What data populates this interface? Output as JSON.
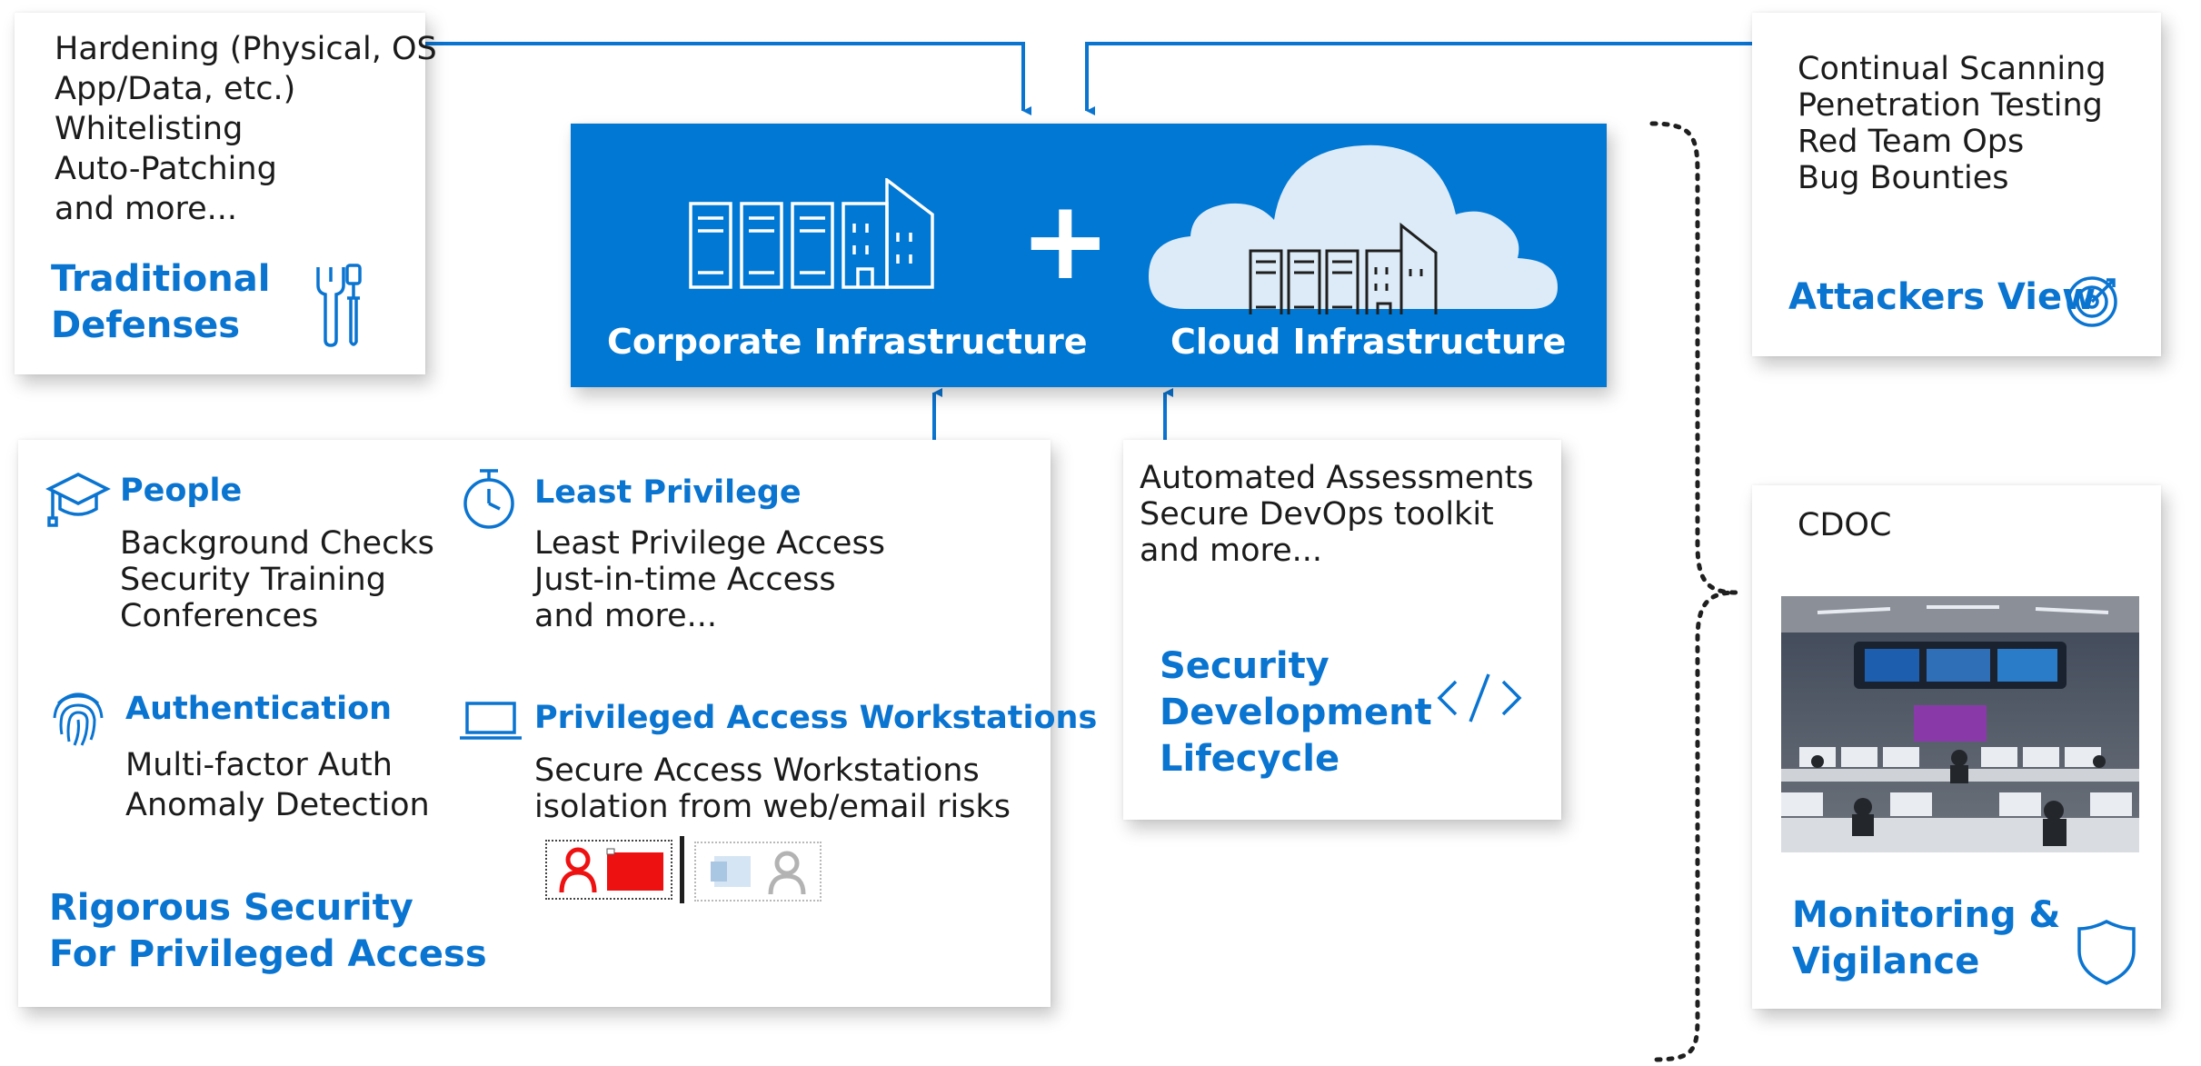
{
  "traditional": {
    "items": [
      "Hardening (Physical, OS",
      "App/Data, etc.)",
      "Whitelisting",
      "Auto-Patching",
      "and more..."
    ],
    "title_lines": [
      "Traditional",
      "Defenses"
    ]
  },
  "infrastructure": {
    "corporate_label": "Corporate Infrastructure",
    "cloud_label": "Cloud Infrastructure",
    "plus": "+"
  },
  "attackers": {
    "items": [
      "Continual Scanning",
      "Penetration Testing",
      "Red Team Ops",
      "Bug Bounties"
    ],
    "title": "Attackers View"
  },
  "privileged": {
    "people": {
      "title": "People",
      "items": [
        "Background Checks",
        "Security Training",
        "Conferences"
      ]
    },
    "least_privilege": {
      "title": "Least Privilege",
      "items": [
        "Least Privilege Access",
        "Just-in-time Access",
        "and more..."
      ]
    },
    "authentication": {
      "title": "Authentication",
      "items": [
        "Multi-factor Auth",
        "Anomaly Detection"
      ]
    },
    "paw": {
      "title": "Privileged Access Workstations",
      "items": [
        "Secure Access Workstations",
        "isolation from web/email risks"
      ]
    },
    "title_lines": [
      "Rigorous Security",
      "For Privileged Access"
    ]
  },
  "sdl": {
    "items": [
      "Automated Assessments",
      "Secure DevOps toolkit",
      "and more..."
    ],
    "title_lines": [
      "Security",
      "Development",
      "Lifecycle"
    ]
  },
  "monitoring": {
    "label": "CDOC",
    "title_lines": [
      "Monitoring &",
      "Vigilance"
    ]
  },
  "colors": {
    "brand_blue": "#0a74d1",
    "infra_panel": "#0078d4",
    "cloud_fill": "#dcebf7",
    "alert_red": "#ee1111"
  }
}
